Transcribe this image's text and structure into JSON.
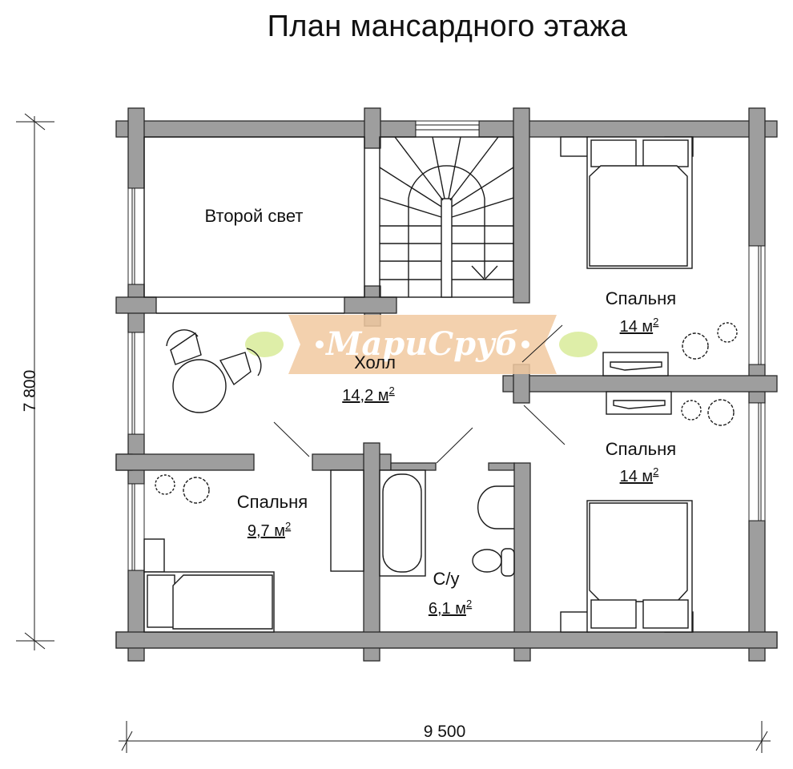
{
  "title": "План мансардного этажа",
  "rooms": [
    {
      "id": "second-light",
      "name": "Второй свет",
      "area": ""
    },
    {
      "id": "hall",
      "name": "Холл",
      "area": "14,2 м",
      "unit_power": "2"
    },
    {
      "id": "bedroom-ne",
      "name": "Спальня",
      "area": "14 м",
      "unit_power": "2"
    },
    {
      "id": "bedroom-se",
      "name": "Спальня",
      "area": "14 м",
      "unit_power": "2"
    },
    {
      "id": "bedroom-sw",
      "name": "Спальня",
      "area": "9,7 м",
      "unit_power": "2"
    },
    {
      "id": "bathroom",
      "name": "С/у",
      "area": "6,1 м",
      "unit_power": "2"
    }
  ],
  "dimensions": {
    "height": "7 800",
    "width": "9 500"
  },
  "watermark": {
    "brand": "МариСруб",
    "colors": {
      "ribbon": "#f1c9a0",
      "leaf": "#d9ec9a"
    }
  },
  "colors": {
    "wall": "#9e9e9e",
    "line": "#1a1a1a",
    "background": "#ffffff"
  }
}
